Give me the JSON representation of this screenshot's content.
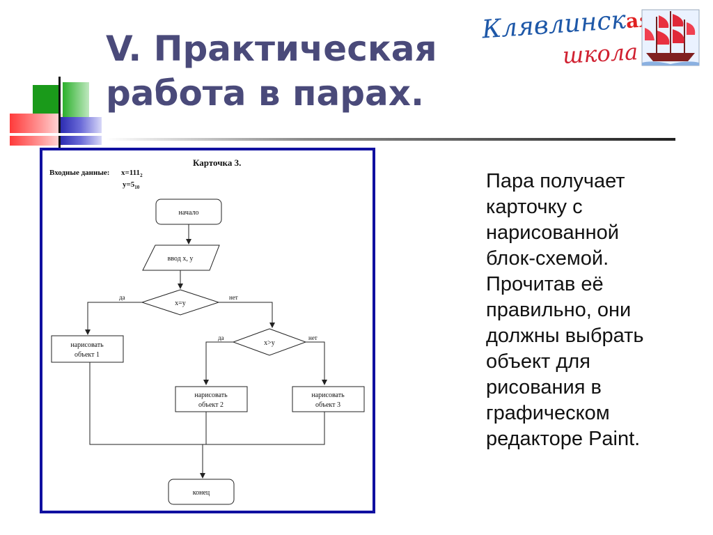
{
  "slide": {
    "title": "V. Практическая\nработа в парах.",
    "body": "  Пара получает\nкарточку с\nнарисованной\nблок-схемой.\nПрочитав её\nправильно, они\nдолжны выбрать\nобъект для\nрисования в\nграфическом\nредакторе Paint."
  },
  "logo": {
    "line1_main": "Клявлинск",
    "line1_suffix": "ая",
    "line2": "школа",
    "ship_icon": "sailing-ship-icon",
    "colors": {
      "blue": "#1e58a8",
      "red": "#d02030"
    }
  },
  "card": {
    "title": "Карточка 3.",
    "input_label": "Входные данные:",
    "x_text": "x=111",
    "x_sub": "2",
    "y_text": "y=5",
    "y_sub": "10",
    "flowchart": {
      "start": "начало",
      "input": "ввод x, y",
      "cond1": "x=y",
      "cond1_yes": "да",
      "cond1_no": "нет",
      "action1": [
        "нарисовать",
        "объект 1"
      ],
      "cond2": "x>y",
      "cond2_yes": "да",
      "cond2_no": "нет",
      "action2": [
        "нарисовать",
        "объект 2"
      ],
      "action3": [
        "нарисовать",
        "объект 3"
      ],
      "end": "конец"
    },
    "frame_color": "#1010a0"
  }
}
